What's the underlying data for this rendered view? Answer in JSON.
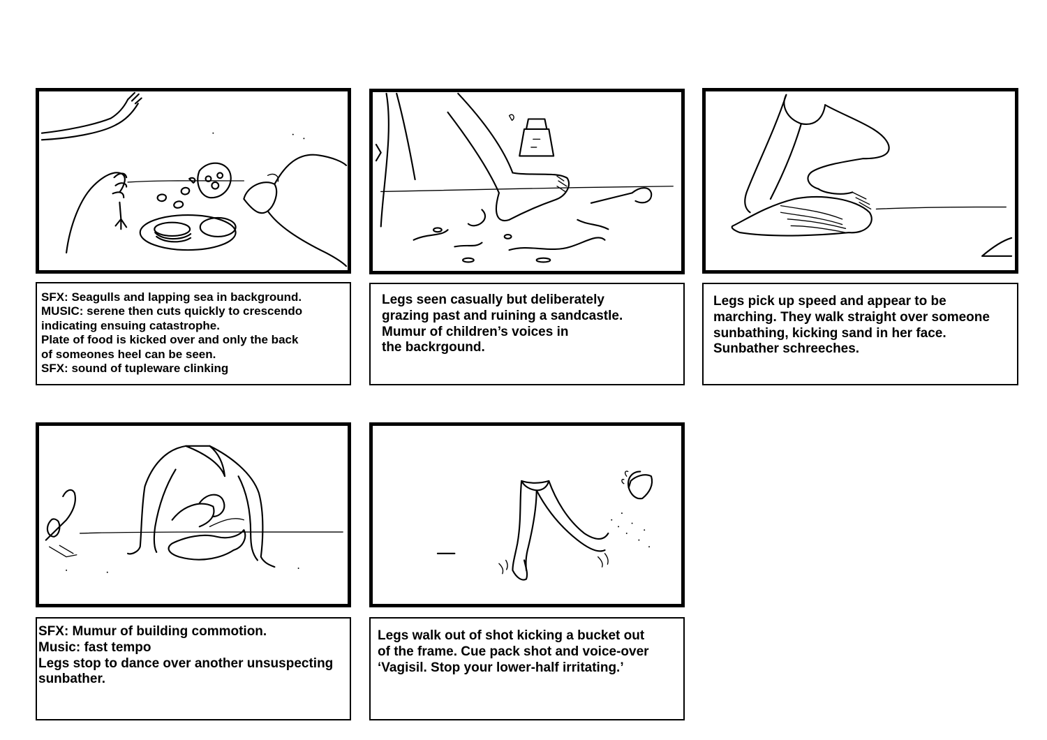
{
  "panels": [
    {
      "id": 1,
      "illustration": "picnic-plate-kicked",
      "caption": [
        "SFX: Seagulls and lapping sea in background.",
        "MUSIC: serene then cuts quickly to crescendo",
        "indicating ensuing catastrophe.",
        "Plate of food is kicked over and only the back",
        "of someones heel can be seen.",
        "SFX: sound of tupleware clinking"
      ]
    },
    {
      "id": 2,
      "illustration": "foot-ruining-sandcastle",
      "caption": [
        "Legs seen casually but deliberately",
        "grazing past and ruining a sandcastle.",
        "Mumur of children’s voices in",
        "the backrgound."
      ]
    },
    {
      "id": 3,
      "illustration": "legs-marching-over-sunbather",
      "caption": [
        "Legs pick up speed and appear to be",
        "marching. They walk straight over someone",
        "sunbathing, kicking sand in her face.",
        "Sunbather schreeches."
      ]
    },
    {
      "id": 4,
      "illustration": "legs-dancing-over-sunbather",
      "caption": [
        "SFX: Mumur of building commotion.",
        "Music: fast tempo",
        "Legs stop to dance over another unsuspecting",
        "sunbather."
      ]
    },
    {
      "id": 5,
      "illustration": "legs-kicking-bucket",
      "caption": [
        "Legs walk out of shot kicking a bucket out",
        "of the frame. Cue pack shot and voice-over",
        "‘Vagisil. Stop your lower-half irritating.’"
      ]
    }
  ]
}
